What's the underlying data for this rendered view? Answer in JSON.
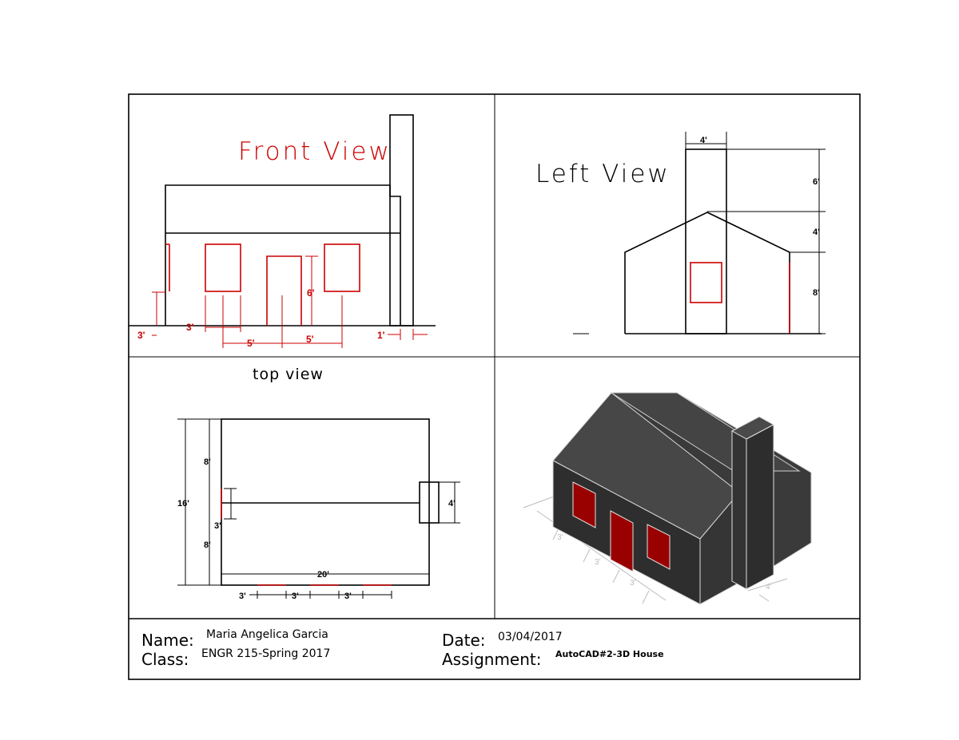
{
  "views": {
    "front": {
      "title": "Front View",
      "dims": {
        "left_height": "3'",
        "window_offset": "3'",
        "door_height": "6'",
        "door_left_gap": "5'",
        "door_right_gap": "5'",
        "chimney_width": "1'"
      }
    },
    "left": {
      "title": "Left View",
      "dims": {
        "chimney_width": "4'",
        "chimney_above": "6'",
        "roof_rise": "4'",
        "wall_height": "8'"
      }
    },
    "top": {
      "title": "top view",
      "dims": {
        "upper": "8'",
        "lower": "8'",
        "total": "16'",
        "door": "3'",
        "chimney": "4'",
        "length": "20'",
        "win1": "3'",
        "win2": "3'",
        "win3": "3'"
      }
    },
    "iso": {
      "dims": {
        "a": "3'",
        "b": "3'",
        "c": "3'",
        "d": "4'"
      }
    }
  },
  "colors": {
    "line": "#000000",
    "accent": "#cc0000",
    "house_roof": "#3d3d3d",
    "house_wall": "#2a2a2a",
    "door": "#990000"
  },
  "title_block": {
    "name_label": "Name:",
    "name_value": "Maria Angelica Garcia",
    "class_label": "Class:",
    "class_value": "ENGR 215-Spring 2017",
    "date_label": "Date:",
    "date_value": "03/04/2017",
    "assignment_label": "Assignment:",
    "assignment_value": "AutoCAD#2-3D House"
  }
}
